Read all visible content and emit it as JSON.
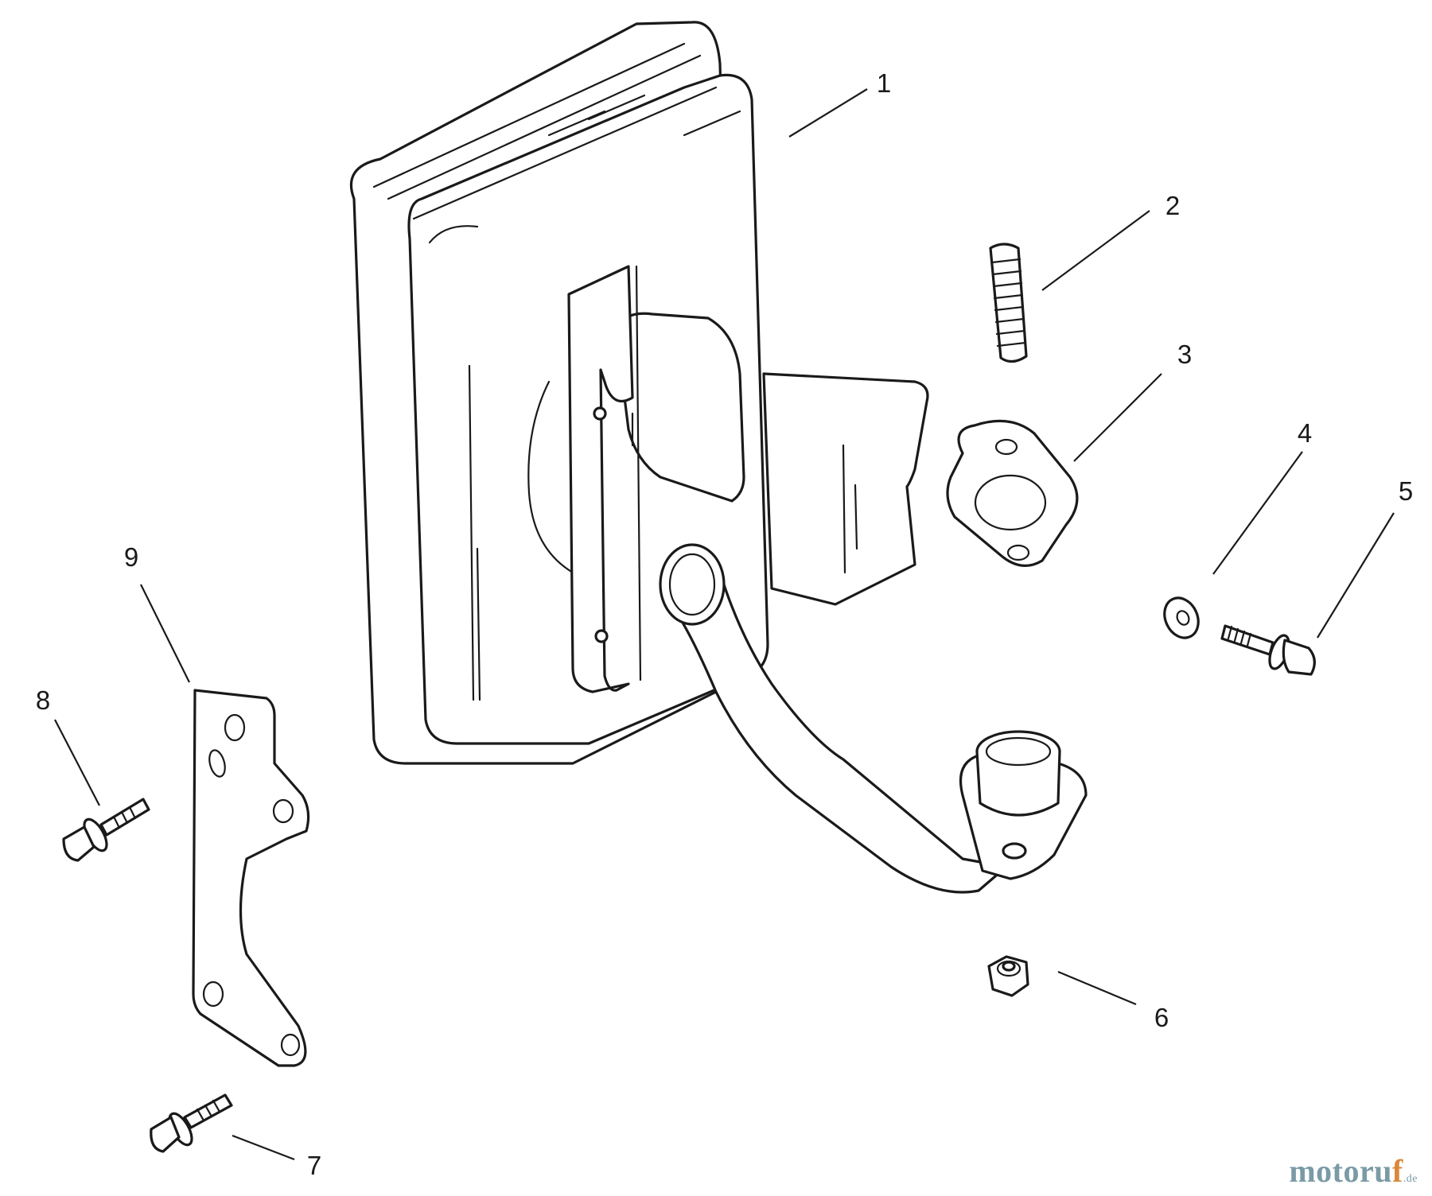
{
  "diagram": {
    "callouts": [
      {
        "id": "1",
        "label": "1"
      },
      {
        "id": "2",
        "label": "2"
      },
      {
        "id": "3",
        "label": "3"
      },
      {
        "id": "4",
        "label": "4"
      },
      {
        "id": "5",
        "label": "5"
      },
      {
        "id": "6",
        "label": "6"
      },
      {
        "id": "7",
        "label": "7"
      },
      {
        "id": "8",
        "label": "8"
      },
      {
        "id": "9",
        "label": "9"
      }
    ],
    "parts": [
      {
        "callout": "1",
        "icon": "muffler-icon"
      },
      {
        "callout": "2",
        "icon": "stud-icon"
      },
      {
        "callout": "3",
        "icon": "gasket-icon"
      },
      {
        "callout": "4",
        "icon": "washer-icon"
      },
      {
        "callout": "5",
        "icon": "bolt-icon"
      },
      {
        "callout": "6",
        "icon": "nut-icon"
      },
      {
        "callout": "7",
        "icon": "bolt-icon"
      },
      {
        "callout": "8",
        "icon": "bolt-icon"
      },
      {
        "callout": "9",
        "icon": "bracket-icon"
      }
    ]
  },
  "watermark": {
    "main": "motoru",
    "accent": "f",
    "tld": ".de"
  },
  "colors": {
    "line": "#1a1a1a",
    "background": "#ffffff",
    "watermark_main": "#7a9aa6",
    "watermark_accent": "#d9883a"
  }
}
